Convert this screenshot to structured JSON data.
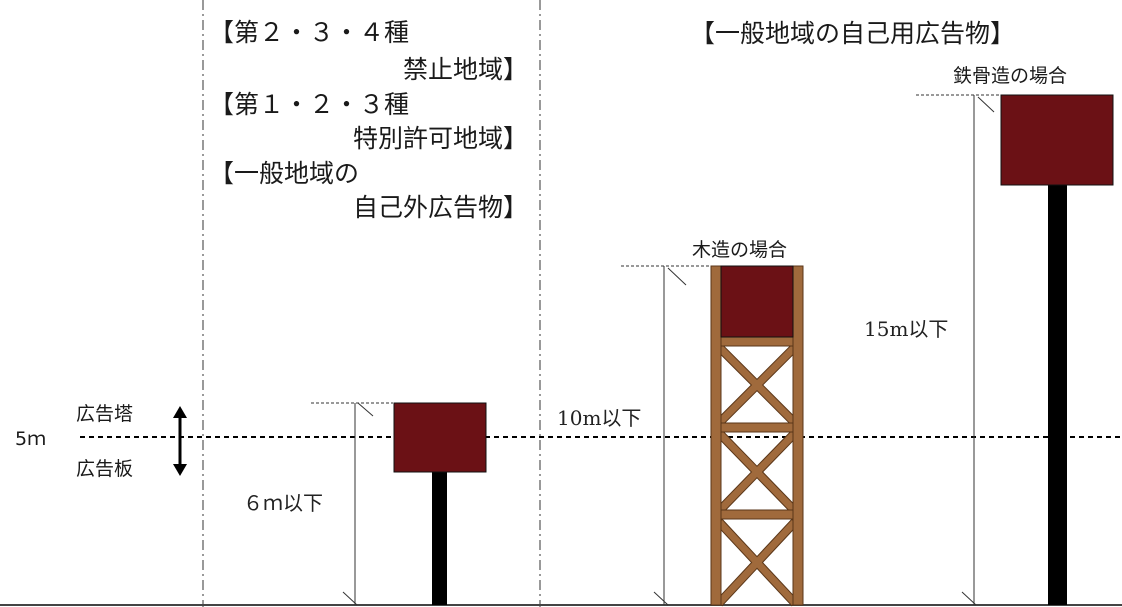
{
  "left_section": {
    "lines": [
      "【第２・３・４種",
      "禁止地域】",
      "【第１・２・３種",
      "特別許可地域】",
      "【一般地域の",
      "自己外広告物】"
    ]
  },
  "right_section": {
    "title": "【一般地域の自己用広告物】"
  },
  "axis": {
    "baseline_label": "5ｍ",
    "above_label": "広告塔",
    "below_label": "広告板"
  },
  "signs": {
    "small": {
      "limit_label": "６ｍ以下"
    },
    "wooden": {
      "caption": "木造の場合",
      "limit_label": "10m以下"
    },
    "steel": {
      "caption": "鉄骨造の場合",
      "limit_label": "15m以下"
    }
  },
  "colors": {
    "board": "#6b1115",
    "pole": "#000000",
    "timber": "#a06a3c",
    "timber_edge": "#5a3618",
    "line": "#222222"
  }
}
